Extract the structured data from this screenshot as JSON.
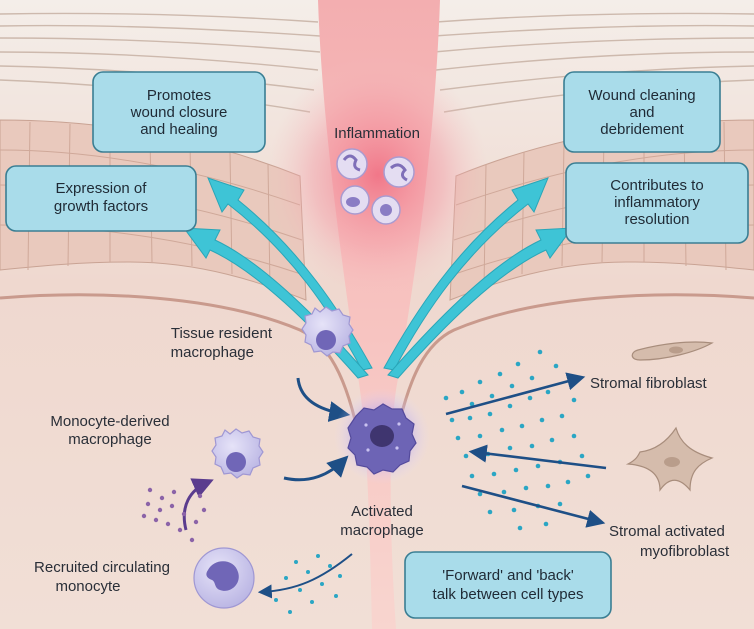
{
  "callouts": {
    "wound_closure": [
      "Promotes",
      "wound closure",
      "and healing"
    ],
    "growth_factors": [
      "Expression of",
      "growth factors"
    ],
    "wound_cleaning": [
      "Wound cleaning",
      "and",
      "debridement"
    ],
    "inflammatory_resolution": [
      "Contributes to",
      "inflammatory",
      "resolution"
    ],
    "forward_back_talk": [
      "'Forward' and 'back'",
      "talk between cell types"
    ]
  },
  "labels": {
    "inflammation": "Inflammation",
    "tissue_resident": [
      "Tissue resident",
      "macrophage"
    ],
    "monocyte_derived": [
      "Monocyte-derived",
      "macrophage"
    ],
    "recruited_monocyte": [
      "Recruited circulating",
      "monocyte"
    ],
    "activated_macrophage": [
      "Activated",
      "macrophage"
    ],
    "stromal_fibroblast": "Stromal fibroblast",
    "stromal_myofibroblast": [
      "Stromal activated",
      "myofibroblast"
    ]
  },
  "colors": {
    "callout_fill": "#a9dcea",
    "callout_stroke": "#3a7e93",
    "teal_arrow": "#3ec4d6",
    "navy_arrow": "#1e4f86",
    "purple_arrow": "#5b3c8e",
    "macrophage": "#6d64b5",
    "inflammation_glow": "#ef7d8d",
    "skin_tissue": "#e7c4b8"
  }
}
